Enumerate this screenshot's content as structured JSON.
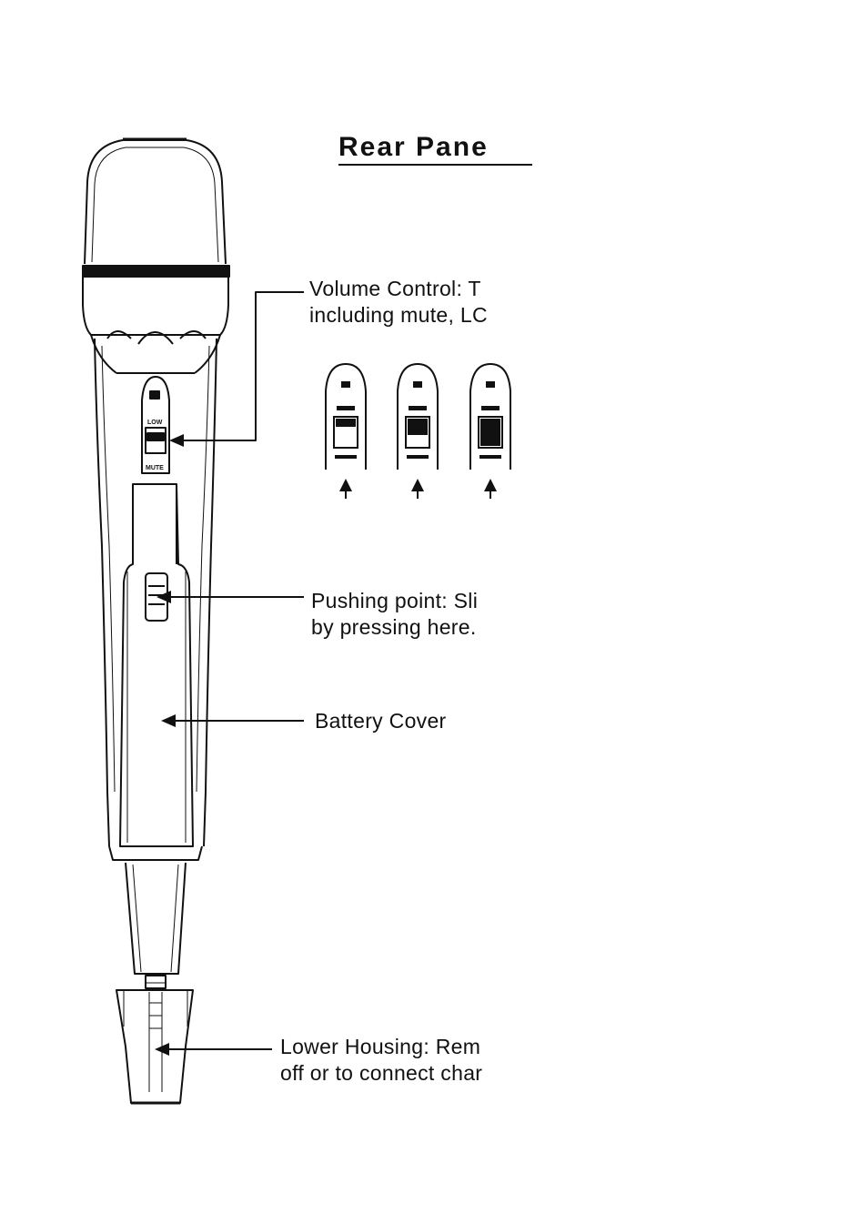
{
  "title": "Rear Pane",
  "labels": {
    "volume_line1": "Volume Control: T",
    "volume_line2": "including mute, LC",
    "pushing_line1": "Pushing point: Sli",
    "pushing_line2": "by pressing here.",
    "battery": "Battery Cover",
    "lower_line1": "Lower Housing: Rem",
    "lower_line2": "off or to connect char"
  },
  "switch_marks": {
    "top": "LOW",
    "bottom": "MUTE"
  },
  "colors": {
    "ink": "#111111",
    "paper": "#ffffff"
  }
}
